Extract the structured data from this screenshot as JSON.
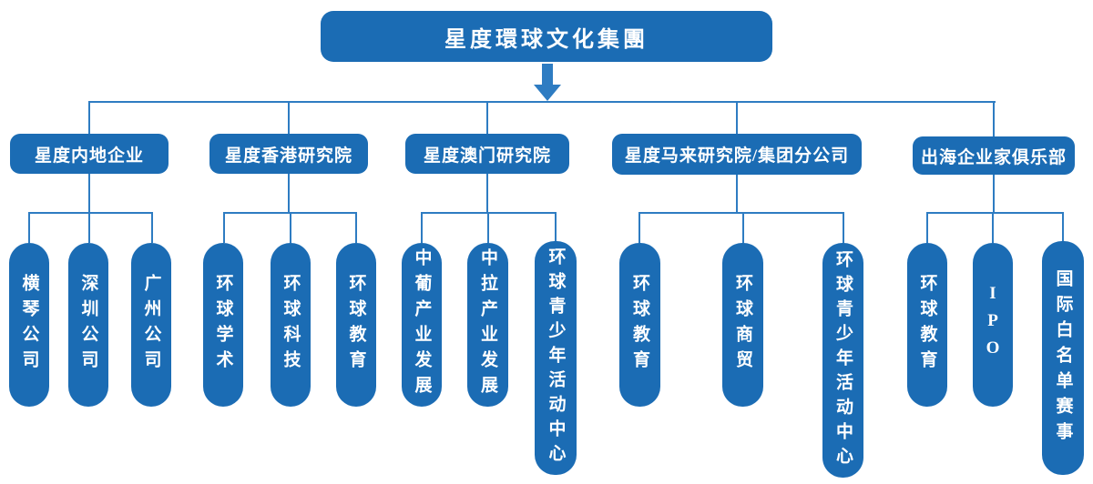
{
  "root": {
    "label": "星度環球文化集團"
  },
  "branches": [
    {
      "label": "星度内地企业",
      "children": [
        "横琴公司",
        "深圳公司",
        "广州公司"
      ]
    },
    {
      "label": "星度香港研究院",
      "children": [
        "环球学术",
        "环球科技",
        "环球教育"
      ]
    },
    {
      "label": "星度澳门研究院",
      "children": [
        "中葡产业发展",
        "中拉产业发展",
        "环球青少年活动中心"
      ]
    },
    {
      "label": "星度马来研究院/集团分公司",
      "children": [
        "环球教育",
        "环球商贸",
        "环球青少年活动中心"
      ]
    },
    {
      "label": "出海企业家俱乐部",
      "children": [
        "环球教育",
        "IPO",
        "国际白名单赛事"
      ]
    }
  ],
  "colors": {
    "node_fill": "#1b6cb4",
    "connector": "#2e7cc2",
    "text": "#ffffff",
    "background": "#ffffff"
  }
}
